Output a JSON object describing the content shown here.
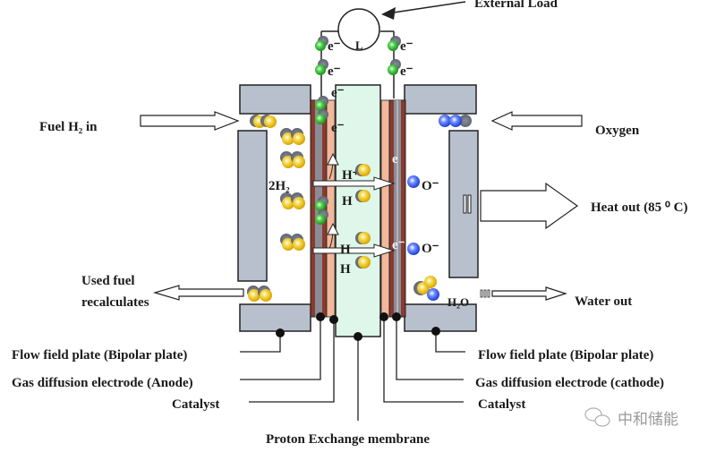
{
  "title": "PEM fuel cell schematic",
  "labels": {
    "external_load": "External Load",
    "load_symbol": "L",
    "fuel_in": "Fuel H₂ in",
    "oxygen": "Oxygen",
    "heat_out": "Heat out (85 ⁰ C)",
    "used_fuel_line1": "Used fuel",
    "used_fuel_line2": "recalculates",
    "water_out": "Water out",
    "two_h2": "2H₂",
    "h2o": "H₂O",
    "proton_top": "H⁺",
    "proton": "H",
    "oxygen_ion": "O⁻",
    "electron": "e⁻",
    "electron_plain": "e",
    "flow_field_left": "Flow field plate (Bipolar plate)",
    "gde_anode": "Gas diffusion electrode (Anode)",
    "catalyst_left": "Catalyst",
    "flow_field_right": "Flow field plate (Bipolar plate)",
    "gde_cathode": "Gas diffusion electrode (cathode)",
    "catalyst_right": "Catalyst",
    "membrane": "Proton Exchange membrane",
    "watermark": "中和储能"
  },
  "colors": {
    "plate": "#b7c0cc",
    "electrode": "#8b3a2e",
    "electrode_core": "#8c8c96",
    "catalyst": "#f2b89a",
    "membrane": "#dff7ea",
    "hydrogen": "#f3c623",
    "electron": "#3fbf3f",
    "oxygen": "#3355ee"
  }
}
